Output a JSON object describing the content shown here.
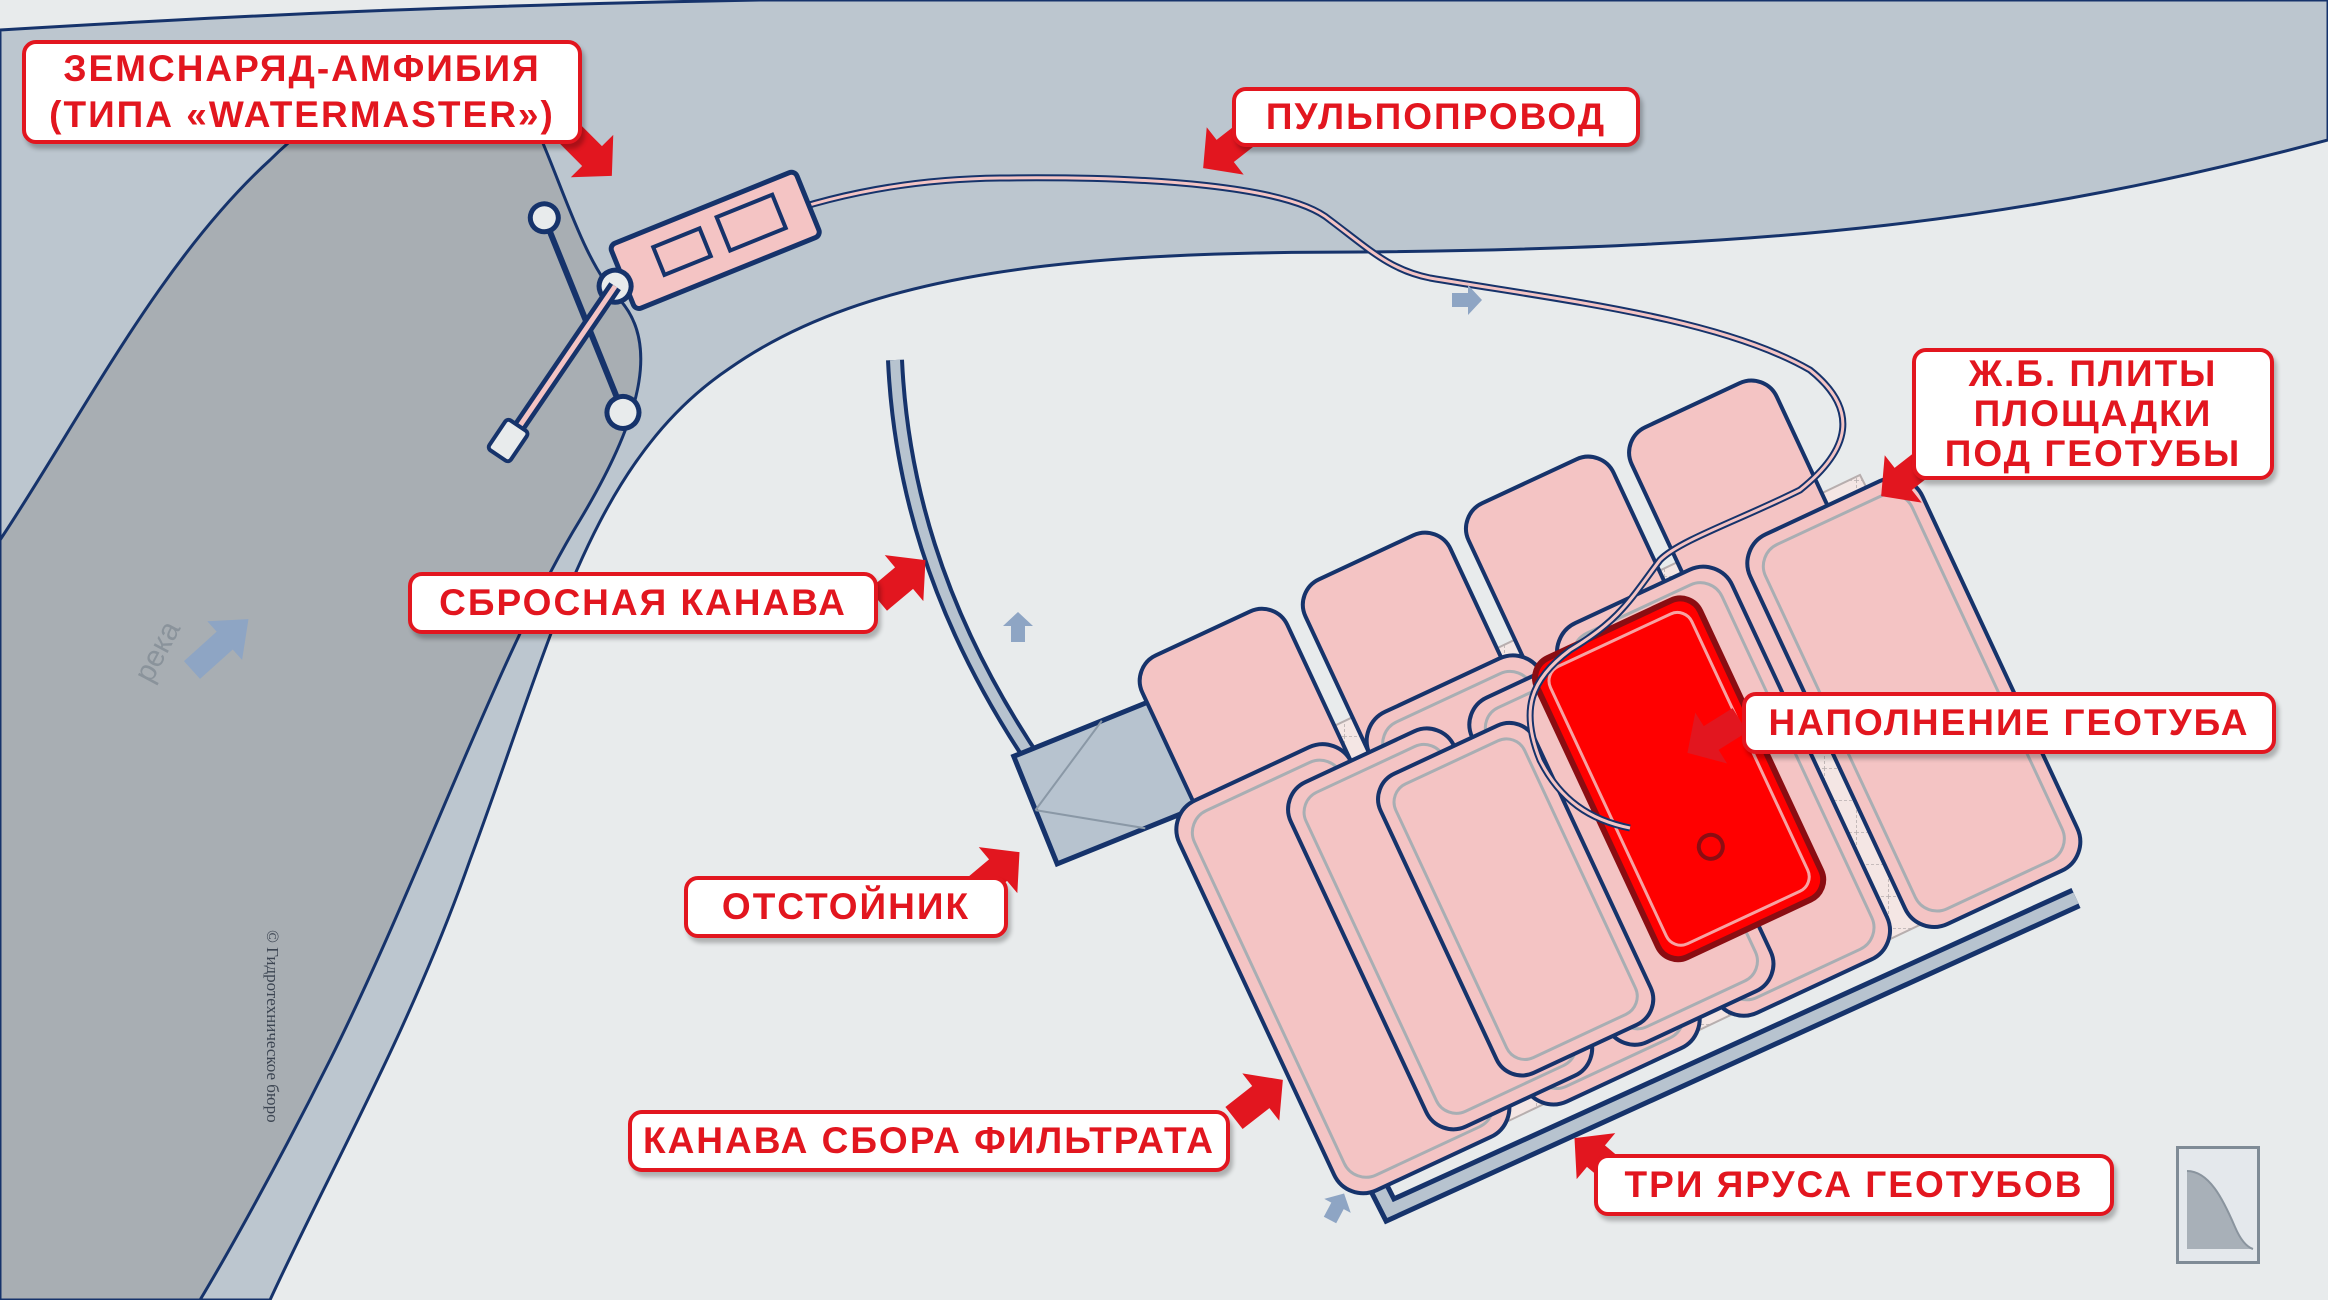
{
  "labels": {
    "dredger_line1": "ЗЕМСНАРЯД-АМФИБИЯ",
    "dredger_line2": "(ТИПА «WATERMASTER»)",
    "pipeline": "ПУЛЬПОПРОВОД",
    "plates_line1": "Ж.Б. ПЛИТЫ",
    "plates_line2": "ПЛОЩАДКИ",
    "plates_line3": "ПОД ГЕОТУБЫ",
    "discharge_ditch": "СБРОСНАЯ КАНАВА",
    "filling": "НАПОЛНЕНИЕ ГЕОТУБА",
    "settling_tank": "ОТСТОЙНИК",
    "filtrate_ditch": "КАНАВА СБОРА ФИЛЬТРАТА",
    "three_tiers": "ТРИ ЯРУСА ГЕОТУБОВ",
    "river": "река",
    "copyright": "© Гидротехническое бюро"
  },
  "colors": {
    "background": "#e8ebec",
    "river": "#bcc6cf",
    "riverbed": "#a8aeb3",
    "outline": "#16336b",
    "accent_red": "#e2161f",
    "geotube_fill": "#f4c4c4",
    "geotube_active": "#ff0000",
    "plates": "#f2e4e2"
  },
  "icons": [
    "arrow-icon",
    "flow-arrow-icon",
    "dredger-icon",
    "logo-icon"
  ]
}
